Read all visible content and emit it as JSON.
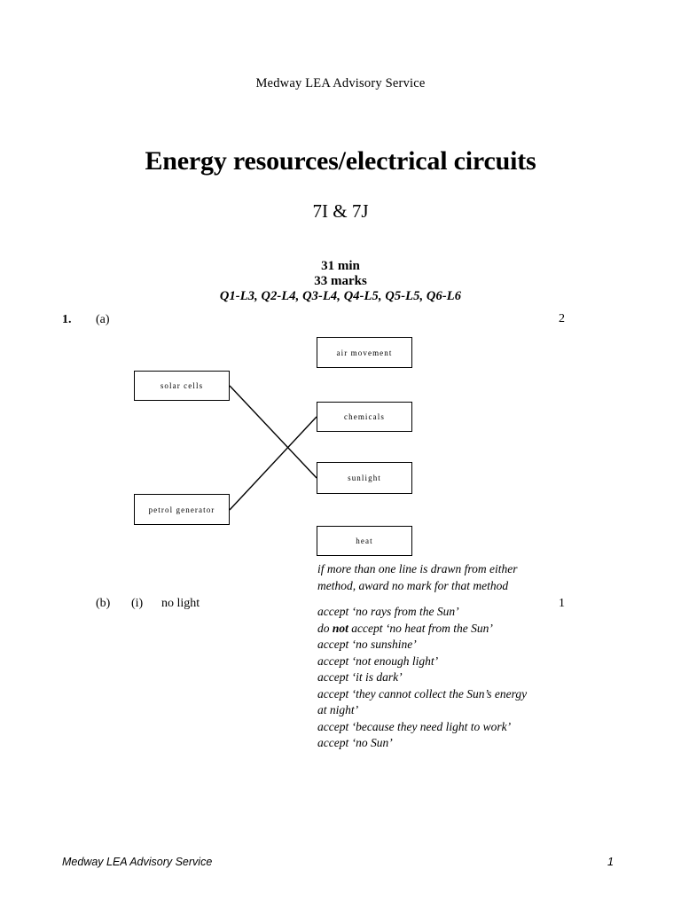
{
  "header": {
    "organisation": "Medway LEA Advisory Service"
  },
  "title": {
    "main": "Energy resources/electrical circuits",
    "units": "7I & 7J"
  },
  "meta": {
    "duration": "31 min",
    "total_marks": "33 marks",
    "levels": "Q1-L3, Q2-L4, Q3-L4, Q4-L5, Q5-L5, Q6-L6"
  },
  "questions": [
    {
      "number": "1.",
      "part": "(a)",
      "marks": "2"
    },
    {
      "part": "(b)",
      "roman": "(i)",
      "answer": "no light",
      "marks": "1"
    }
  ],
  "diagram": {
    "left_boxes": [
      {
        "label": "solar cells"
      },
      {
        "label": "petrol generator"
      }
    ],
    "right_boxes": [
      {
        "label": "air movement"
      },
      {
        "label": "chemicals"
      },
      {
        "label": "sunlight"
      },
      {
        "label": "heat"
      }
    ],
    "connections": [
      {
        "from": "solar cells",
        "to": "sunlight"
      },
      {
        "from": "petrol generator",
        "to": "chemicals"
      }
    ],
    "line_color": "#000000"
  },
  "notes": {
    "method_note_line1": "if more than one line is drawn from either",
    "method_note_line2": "method, award no mark for that method",
    "accept_1": "accept  ‘no rays from the Sun’",
    "reject_prefix": "do ",
    "reject_emphasis": "not",
    "reject_suffix": " accept  ‘no heat from the Sun’",
    "accept_2": "accept  ‘no sunshine’",
    "accept_3": "accept  ‘not enough light’",
    "accept_4": "accept  ‘it is dark’",
    "accept_5_line1": "accept  ‘they cannot collect the Sun’s energy",
    "accept_5_line2": "at night’",
    "accept_6": "accept  ‘because they need light to work’",
    "accept_7": "accept  ‘no Sun’"
  },
  "footer": {
    "organisation": "Medway LEA Advisory Service",
    "page_number": "1"
  }
}
